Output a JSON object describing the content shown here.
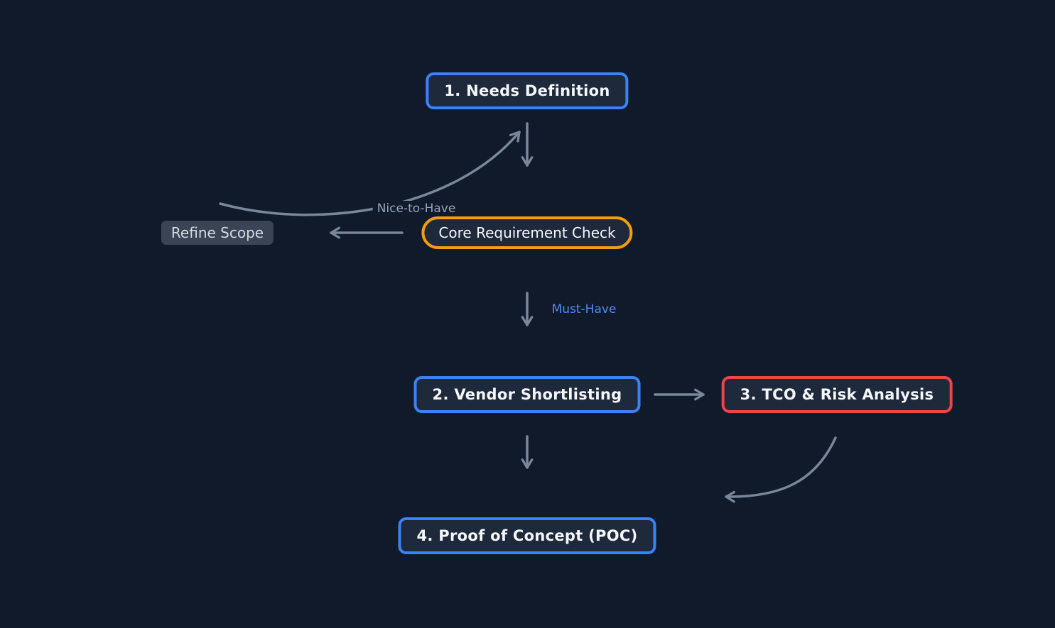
{
  "diagram": {
    "type": "flowchart",
    "theme": "dark",
    "background": "#111a2b",
    "palette": {
      "node_fill": "#1e293b",
      "node_text": "#f5f7fa",
      "accent_blue": "#3b82f6",
      "accent_orange": "#f59e0b",
      "accent_red": "#ef4444",
      "plain_node_fill": "#3b4455",
      "plain_node_text": "#d3dae3",
      "arrow": "#78879b",
      "edge_label_gray": "#94a3b8",
      "edge_label_blue": "#4d8df6"
    },
    "nodes": {
      "needs_definition": {
        "label": "1. Needs Definition",
        "shape": "rounded-rect",
        "accent": "#3b82f6"
      },
      "core_check": {
        "label": "Core Requirement Check",
        "shape": "stadium",
        "accent": "#f59e0b"
      },
      "refine_scope": {
        "label": "Refine Scope",
        "shape": "plain",
        "accent": "#3b4455"
      },
      "vendor_shortlisting": {
        "label": "2. Vendor Shortlisting",
        "shape": "rounded-rect",
        "accent": "#3b82f6"
      },
      "tco_risk": {
        "label": "3. TCO & Risk Analysis",
        "shape": "rounded-rect",
        "accent": "#ef4444"
      },
      "poc": {
        "label": "4. Proof of Concept (POC)",
        "shape": "rounded-rect",
        "accent": "#3b82f6"
      }
    },
    "edges": {
      "nice_to_have": {
        "label": "Nice-to-Have",
        "from": "refine_scope",
        "to": "needs_definition",
        "color": "#94a3b8"
      },
      "must_have": {
        "label": "Must-Have",
        "from": "core_check",
        "to": "vendor_shortlisting",
        "color": "#4d8df6"
      },
      "connections": [
        {
          "from": "needs_definition",
          "to": "core_check"
        },
        {
          "from": "core_check",
          "to": "refine_scope"
        },
        {
          "from": "refine_scope",
          "to": "needs_definition",
          "label": "Nice-to-Have"
        },
        {
          "from": "core_check",
          "to": "vendor_shortlisting",
          "label": "Must-Have"
        },
        {
          "from": "vendor_shortlisting",
          "to": "tco_risk"
        },
        {
          "from": "vendor_shortlisting",
          "to": "poc"
        },
        {
          "from": "tco_risk",
          "to": "poc"
        }
      ]
    }
  }
}
